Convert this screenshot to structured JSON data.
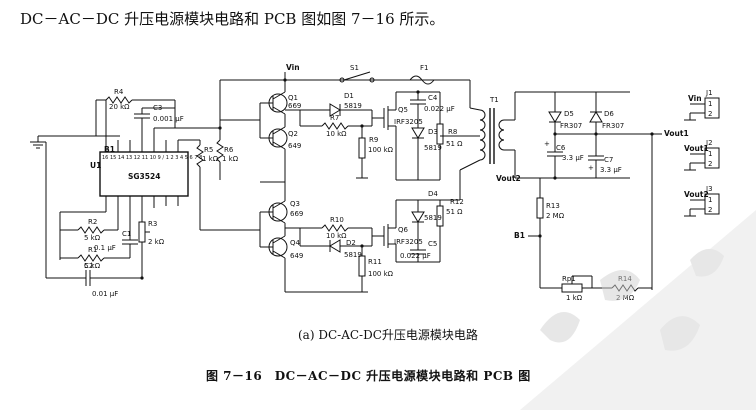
{
  "intro_text": "DC－AC－DC 升压电源模块电路和 PCB 图如图 7－16 所示。",
  "subcaption": "(a) DC-AC-DC升压电源模块电路",
  "figure_caption": "图 7－16　DC－AC－DC 升压电源模块电路和 PCB 图",
  "colors": {
    "ink": "#111111",
    "watermark": "#d9d9d9"
  },
  "components": {
    "u1": {
      "ref": "U1",
      "part": "SG3524",
      "pin_numbers": "16 15 14 13 12 11 10 9 / 1 2 3 4 5 6 7 8"
    },
    "r4": {
      "ref": "R4",
      "value": "20 kΩ"
    },
    "c3": {
      "ref": "C3",
      "value": "0.001 μF"
    },
    "r5": {
      "ref": "R5",
      "value": "1 kΩ"
    },
    "r6": {
      "ref": "R6",
      "value": "1 kΩ"
    },
    "r2": {
      "ref": "R2",
      "value": "5 kΩ"
    },
    "r1": {
      "ref": "R1",
      "value": "5 kΩ"
    },
    "c1": {
      "ref": "C1",
      "value": "0.1 μF"
    },
    "r3": {
      "ref": "R3",
      "value": "2 kΩ"
    },
    "c2": {
      "ref": "C2",
      "value": "0.01 μF"
    },
    "q1": {
      "ref": "Q1",
      "part": "669"
    },
    "q2": {
      "ref": "Q2",
      "part": "649"
    },
    "q3": {
      "ref": "Q3",
      "part": "669"
    },
    "q4": {
      "ref": "Q4",
      "part": "649"
    },
    "d1": {
      "ref": "D1",
      "part": "5819"
    },
    "d2": {
      "ref": "D2",
      "part": "5819"
    },
    "d3": {
      "ref": "D3",
      "part": "5819"
    },
    "d4": {
      "ref": "D4",
      "part": "5819"
    },
    "r7": {
      "ref": "R7",
      "value": "10 kΩ"
    },
    "r9": {
      "ref": "R9",
      "value": "100 kΩ"
    },
    "r10": {
      "ref": "R10",
      "value": "10 kΩ"
    },
    "r11": {
      "ref": "R11",
      "value": "100 kΩ"
    },
    "q5": {
      "ref": "Q5",
      "part": "IRF3205"
    },
    "q6": {
      "ref": "Q6",
      "part": "IRF3205"
    },
    "c4": {
      "ref": "C4",
      "value": "0.022 μF"
    },
    "c5": {
      "ref": "C5",
      "value": "0.022 μF"
    },
    "r8": {
      "ref": "R8",
      "value": "51 Ω"
    },
    "r12": {
      "ref": "R12",
      "value": "51 Ω"
    },
    "s1": {
      "ref": "S1"
    },
    "f1": {
      "ref": "F1"
    },
    "t1": {
      "ref": "T1"
    },
    "d5": {
      "ref": "D5",
      "part": "FR307"
    },
    "d6": {
      "ref": "D6",
      "part": "FR307"
    },
    "c6": {
      "ref": "C6",
      "value": "3.3 μF"
    },
    "c7": {
      "ref": "C7",
      "value": "3.3 μF"
    },
    "r13": {
      "ref": "R13",
      "value": "2 MΩ"
    },
    "rp1": {
      "ref": "Rp1",
      "value": "1 kΩ"
    },
    "r14": {
      "ref": "R14",
      "value": "2 MΩ"
    },
    "j1": {
      "ref": "J1",
      "net": "Vin"
    },
    "j2": {
      "ref": "J2",
      "net": "Vout1"
    },
    "j3": {
      "ref": "J3",
      "net": "Vout2"
    },
    "pin1": "1",
    "pin2": "2"
  },
  "nets": {
    "vin": "Vin",
    "vout1": "Vout1",
    "vout2": "Vout2",
    "b1": "B1",
    "plus": "+"
  }
}
